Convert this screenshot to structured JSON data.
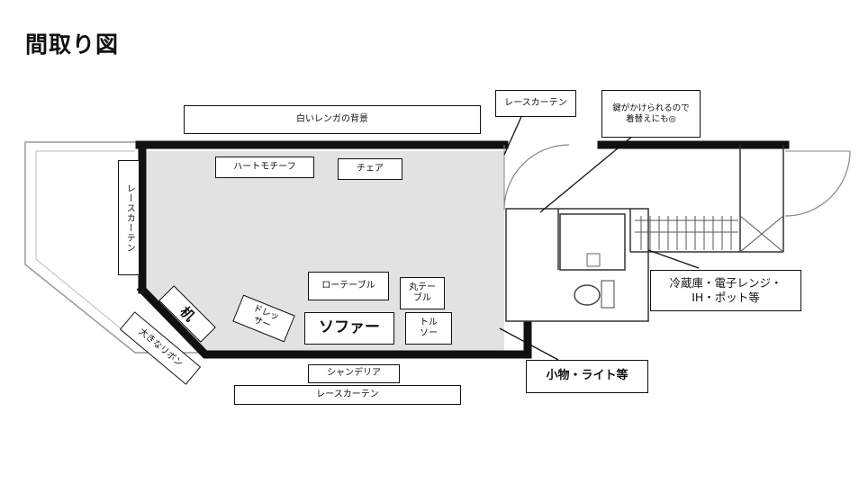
{
  "title": "間取り図",
  "labels": {
    "white_brick": "白いレンガの背景",
    "lace_curtain_top": "レースカーテン",
    "lock_note": "鍵がかけられるので\n着替えにも◎",
    "heart_motif": "ハートモチーフ",
    "chair": "チェア",
    "lace_curtain_left": "レースカーテン",
    "fridge_note": "冷蔵庫・電子レンジ・\nIH・ポット等",
    "low_table": "ローテーブル",
    "round_table": "丸テー\nブル",
    "desk": "机",
    "dresser": "ドレッ\nサー",
    "sofa": "ソファー",
    "torso": "トル\nソー",
    "big_ribbon": "大きなリボン",
    "small_items": "小物・ライト等",
    "chandelier": "シャンデリア",
    "lace_curtain_bottom": "レースカーテン"
  },
  "colors": {
    "room_fill": "#e2e2e2",
    "wall": "#111111",
    "thin_line": "#888888"
  }
}
